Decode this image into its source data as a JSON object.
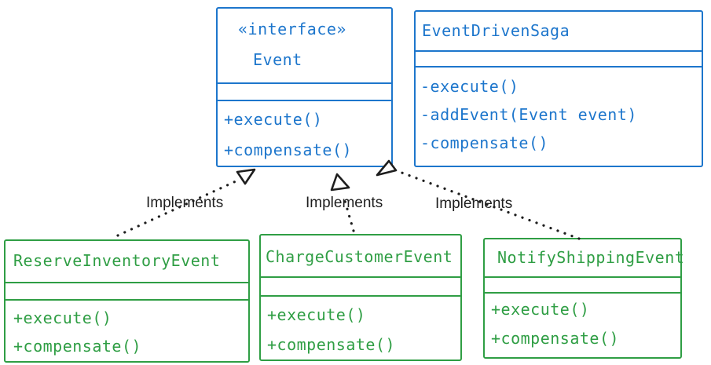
{
  "colors": {
    "interface_blue": "#1d76cc",
    "implementation_green": "#2f9e44",
    "connector_black": "#1e1e1e"
  },
  "classes": [
    {
      "stereotype": "«interface»",
      "name": "Event",
      "methods": [
        "+execute()",
        "+compensate()"
      ]
    },
    {
      "name": "EventDrivenSaga",
      "methods": [
        "-execute()",
        "-addEvent(Event event)",
        "-compensate()"
      ]
    },
    {
      "name": "ReserveInventoryEvent",
      "methods": [
        "+execute()",
        "+compensate()"
      ]
    },
    {
      "name": "ChargeCustomerEvent",
      "methods": [
        "+execute()",
        "+compensate()"
      ]
    },
    {
      "name": "NotifyShippingEvent",
      "methods": [
        "+execute()",
        "+compensate()"
      ]
    }
  ],
  "relations": [
    {
      "from": "ReserveInventoryEvent",
      "to": "Event",
      "label": "Implements"
    },
    {
      "from": "ChargeCustomerEvent",
      "to": "Event",
      "label": "Implements"
    },
    {
      "from": "NotifyShippingEvent",
      "to": "Event",
      "label": "Implements"
    }
  ]
}
